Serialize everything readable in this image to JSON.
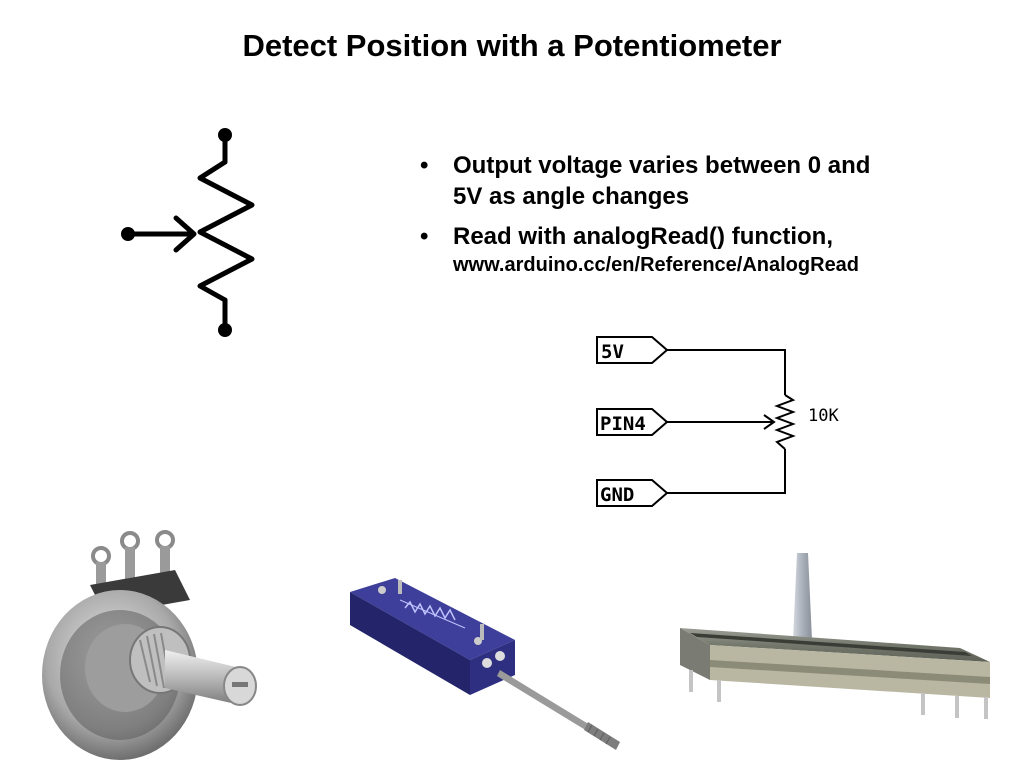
{
  "slide": {
    "title": "Detect Position with a Potentiometer",
    "bullets": [
      {
        "line1": "Output voltage varies between 0 and",
        "line2": "5V as angle changes"
      },
      {
        "line1": "Read with analogRead() function,",
        "url": "www.arduino.cc/en/Reference/AnalogRead"
      }
    ],
    "bullet_glyph": "•"
  },
  "schematic": {
    "labels": {
      "v5": "5V",
      "pin4": "PIN4",
      "gnd": "GND",
      "resistor_value": "10K"
    }
  },
  "photos": {
    "rotary": "rotary-potentiometer",
    "linear_small": "linear-slide-potentiometer-small",
    "linear_fader": "linear-fader-potentiometer"
  }
}
